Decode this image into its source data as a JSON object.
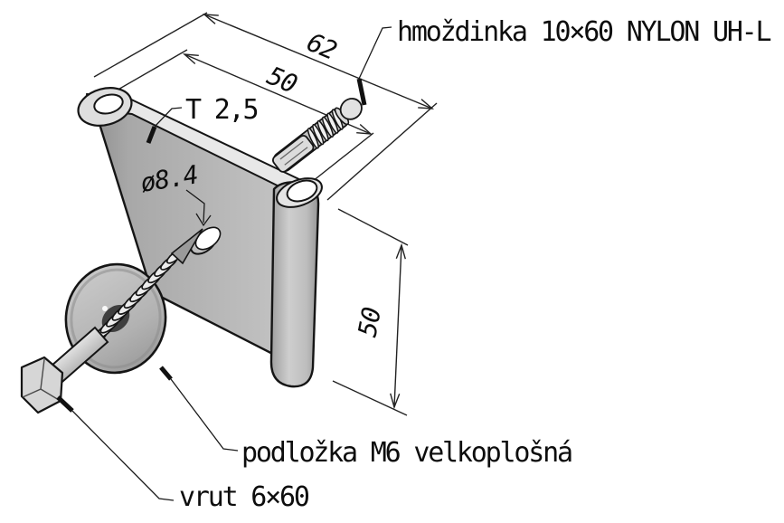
{
  "diagram": {
    "background_color": "#ffffff",
    "line_color": "#1a1a1a",
    "metal_gray": "#b4b4b4",
    "callouts": {
      "dowel": "hmoždinka 10×60 NYLON UH-L",
      "plate_thickness": "T 2,5",
      "hole_diameter": "ø8.4",
      "washer": "podložka M6 velkoplošná",
      "screw": "vrut 6×60"
    },
    "dimensions": {
      "top_outer": "62",
      "top_inner": "50",
      "side_height": "50"
    }
  }
}
